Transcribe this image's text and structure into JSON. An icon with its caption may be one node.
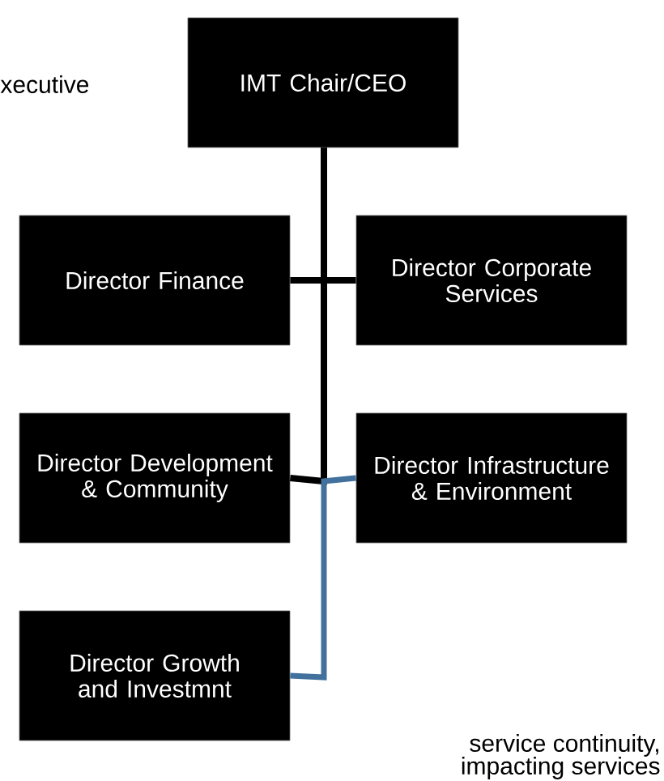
{
  "diagram": {
    "nodes": [
      {
        "text": [
          "IMT Chair/CEO"
        ]
      },
      {
        "text": [
          "Director Finance"
        ]
      },
      {
        "text": [
          "Director Corporate Services"
        ]
      },
      {
        "text": [
          "Director Development & Community"
        ]
      },
      {
        "text": [
          "Director Infrastructure & Environment"
        ]
      },
      {
        "text": [
          "Director Growth and Investmnt"
        ]
      }
    ],
    "edges": [
      {
        "from": 0,
        "to": 1,
        "arrow": "none"
      },
      {
        "from": 0,
        "to": 2,
        "arrow": "none"
      },
      {
        "from": 0,
        "to": 3,
        "arrow": "none"
      },
      {
        "from": 4,
        "to": 5,
        "arrow": "none",
        "color": "#41719c"
      }
    ],
    "labels": [
      "xecutive",
      "service continuity,",
      "impacting services"
    ]
  }
}
